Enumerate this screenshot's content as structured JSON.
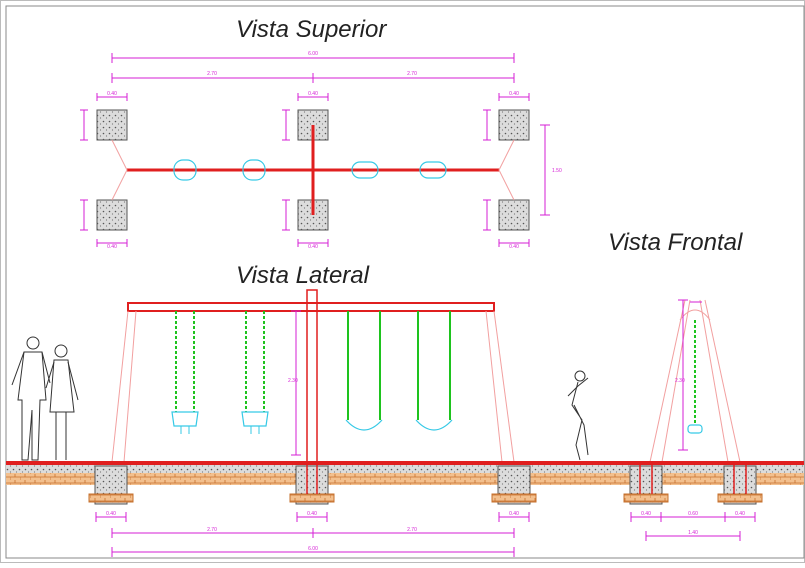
{
  "titles": {
    "top": "Vista Superior",
    "side": "Vista Lateral",
    "front": "Vista Frontal"
  },
  "dimensions": {
    "total_width": "6.00",
    "half_span": "2.70",
    "footing": "0.40",
    "post_spacing": "1.50",
    "frame_height": "2.30",
    "front_gap": "0.60",
    "front_total": "1.40"
  },
  "colors": {
    "dimension": "#d61fd6",
    "frame": "#e01f1f",
    "chain": "#1ec31e",
    "seat": "#36c9e6",
    "ground": "#e8b07a",
    "outline": "#333333"
  }
}
